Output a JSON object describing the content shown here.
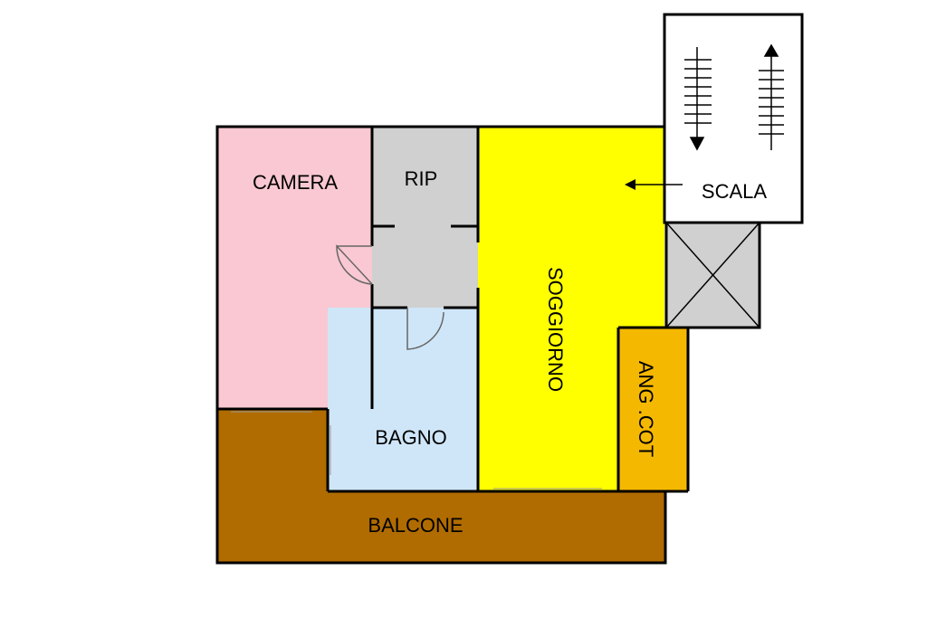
{
  "rooms": {
    "camera": {
      "label": "CAMERA",
      "color": "#f9c8d2"
    },
    "rip": {
      "label": "RIP",
      "color": "#d0d0d0"
    },
    "soggiorno": {
      "label": "SOGGIORNO",
      "color": "#ffff00"
    },
    "scala": {
      "label": "SCALA",
      "color": "#ffffff"
    },
    "ang_cot": {
      "label": "ANG .COT",
      "color": "#f5b800"
    },
    "bagno": {
      "label": "BAGNO",
      "color": "#cfe6f8"
    },
    "balcone": {
      "label": "BALCONE",
      "color": "#b06c00"
    }
  },
  "icons": {
    "stairs_down": "arrow-down-icon",
    "stairs_up": "arrow-up-icon",
    "entry": "arrow-left-icon",
    "shaft": "cross-box-icon"
  }
}
